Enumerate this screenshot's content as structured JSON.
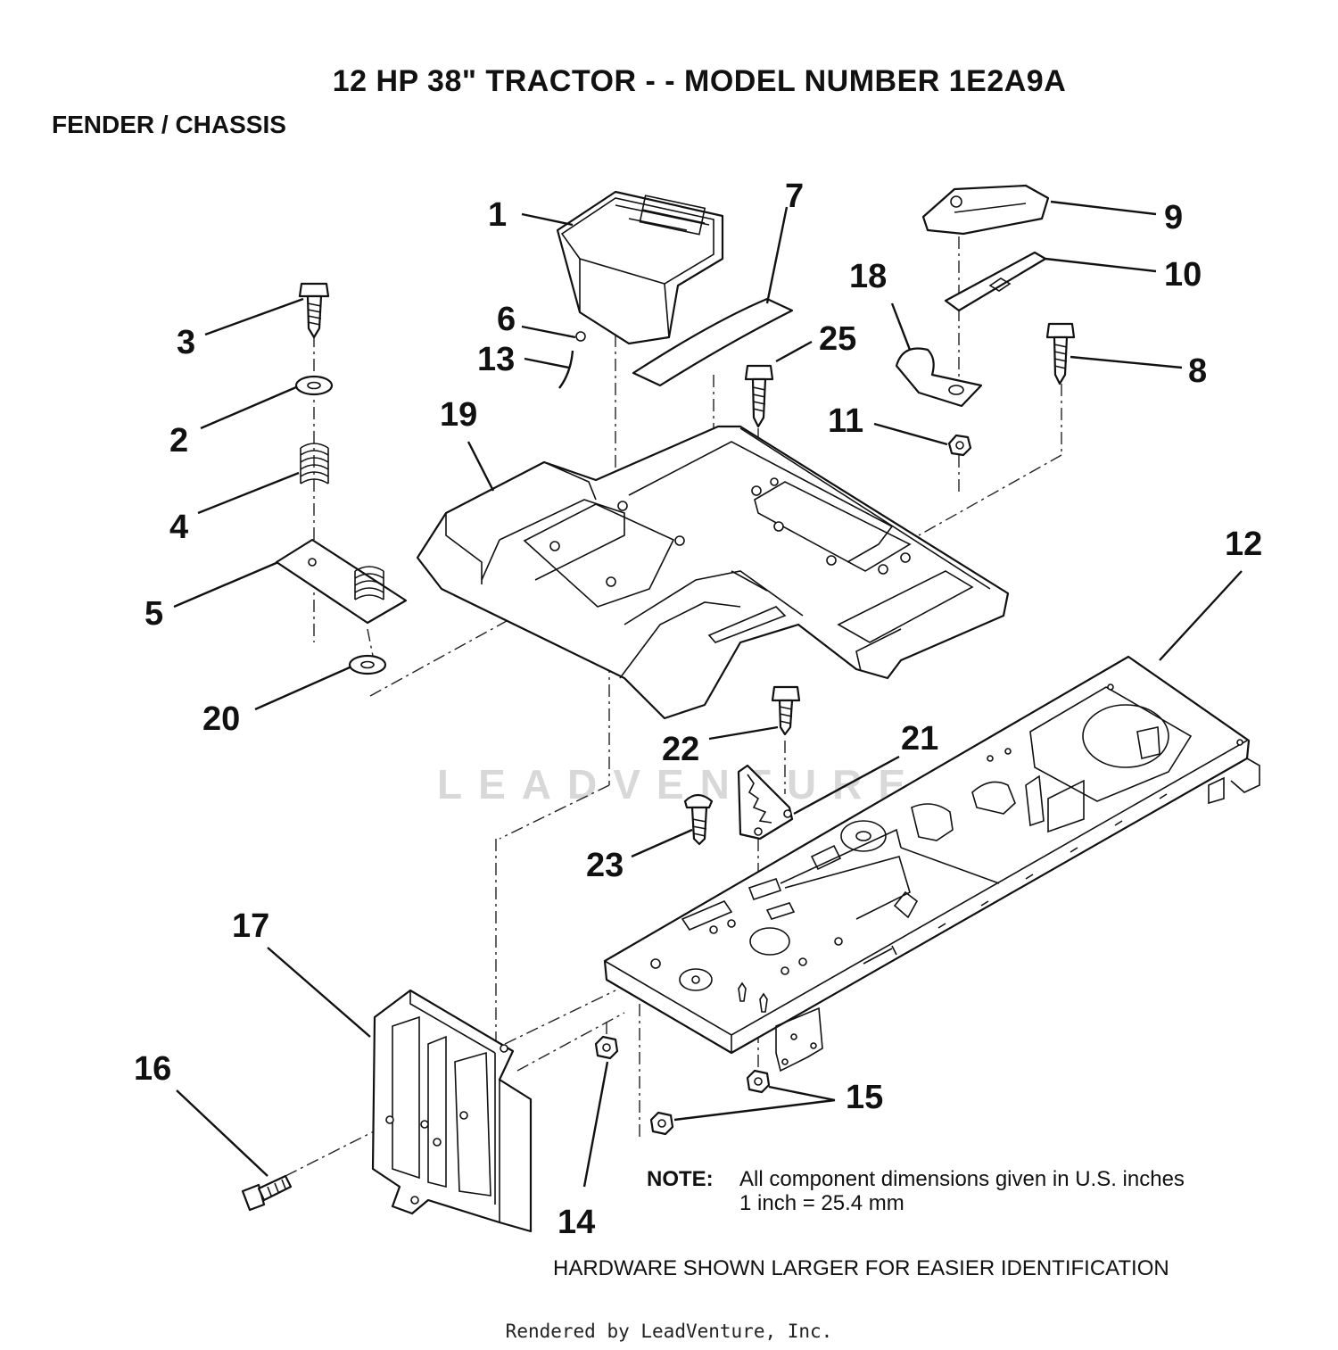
{
  "header": {
    "title": "12 HP 38\" TRACTOR - - MODEL NUMBER 1E2A9A",
    "subtitle": "FENDER / CHASSIS"
  },
  "callouts": {
    "c1": "1",
    "c2": "2",
    "c3": "3",
    "c4": "4",
    "c5": "5",
    "c6": "6",
    "c7": "7",
    "c8": "8",
    "c9": "9",
    "c10": "10",
    "c11": "11",
    "c12": "12",
    "c13": "13",
    "c14": "14",
    "c15": "15",
    "c16": "16",
    "c17": "17",
    "c18": "18",
    "c19": "19",
    "c20": "20",
    "c21": "21",
    "c22": "22",
    "c23": "23",
    "c25": "25"
  },
  "note": {
    "label": "NOTE:",
    "line1": "All component dimensions given in U.S. inches",
    "line2": "1 inch = 25.4 mm"
  },
  "hardware_text": "HARDWARE SHOWN LARGER FOR EASIER IDENTIFICATION",
  "watermark": "LEADVENTURE",
  "footer": "Rendered by LeadVenture, Inc."
}
